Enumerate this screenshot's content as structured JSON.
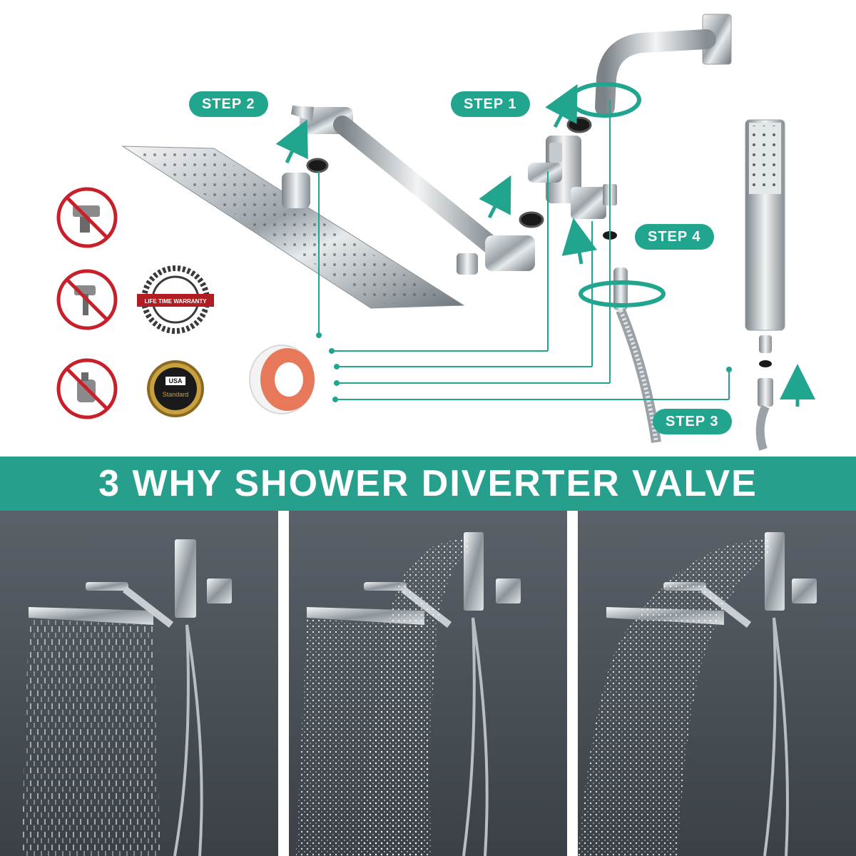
{
  "steps": {
    "step1": "STEP 1",
    "step2": "STEP 2",
    "step3": "STEP 3",
    "step4": "STEP 4"
  },
  "badges": {
    "warranty": "LIFE TIME WARRANTY",
    "usa": "USA",
    "standard": "Standard"
  },
  "banner": {
    "title": "3 WHY SHOWER DIVERTER VALVE"
  },
  "colors": {
    "accent": "#22a58f",
    "banner": "#26a08c",
    "prohibit": "#c8202a",
    "tape": "#e8785a"
  },
  "icons": [
    "no-drill-icon",
    "no-hammer-icon",
    "no-glue-icon"
  ]
}
